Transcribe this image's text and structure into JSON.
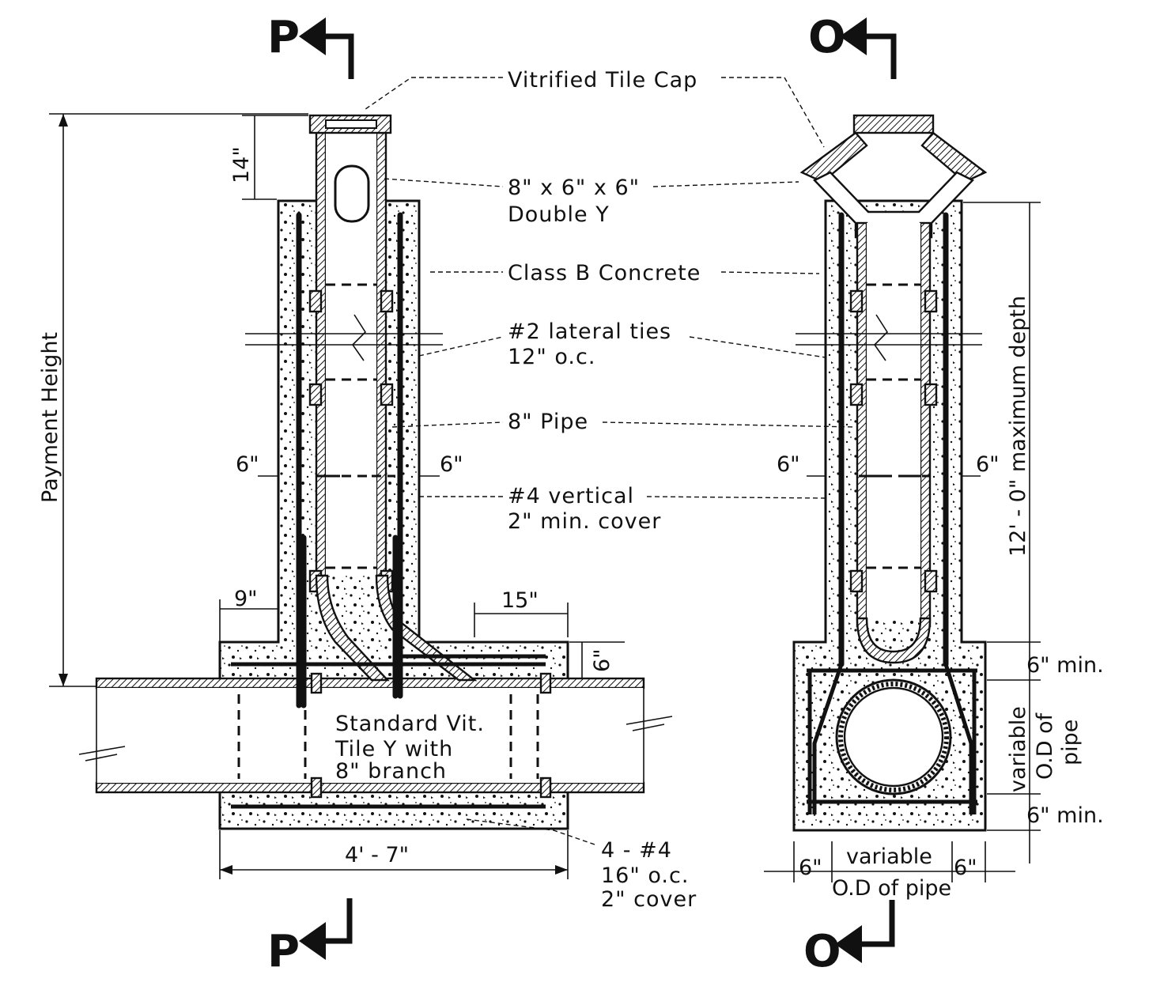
{
  "sections": {
    "left_marker": "P",
    "right_marker": "O"
  },
  "labels": {
    "tile_cap": "Vitrified Tile Cap",
    "double_y_1": "8\" x 6\" x 6\"",
    "double_y_2": "Double Y",
    "concrete": "Class B Concrete",
    "ties_1": "#2 lateral ties",
    "ties_2": "12\" o.c.",
    "pipe": "8\" Pipe",
    "vertical_1": "#4 vertical",
    "vertical_2": "2\" min. cover",
    "std_1": "Standard Vit.",
    "std_2": "Tile Y with",
    "std_3": "8\" branch",
    "bars_1": "4 - #4",
    "bars_2": "16\" o.c.",
    "bars_3": "2\" cover"
  },
  "dimensions": {
    "payment_height": "Payment Height",
    "cap_height": "14\"",
    "wall_left": "6\"",
    "wall_right": "6\"",
    "offset_left": "9\"",
    "offset_right": "15\"",
    "top_slab": "6\"",
    "width": "4' - 7\"",
    "max_depth": "12' - 0\" maximum depth",
    "r_wall_left": "6\"",
    "r_wall_right": "6\"",
    "min_top": "6\" min.",
    "min_bottom": "6\" min.",
    "variable_od_1": "variable",
    "variable_od_2": "O.D of",
    "variable_od_3": "pipe",
    "bottom_left": "6\"",
    "bottom_right": "6\"",
    "bottom_var_1": "variable",
    "bottom_var_2": "O.D of pipe"
  }
}
